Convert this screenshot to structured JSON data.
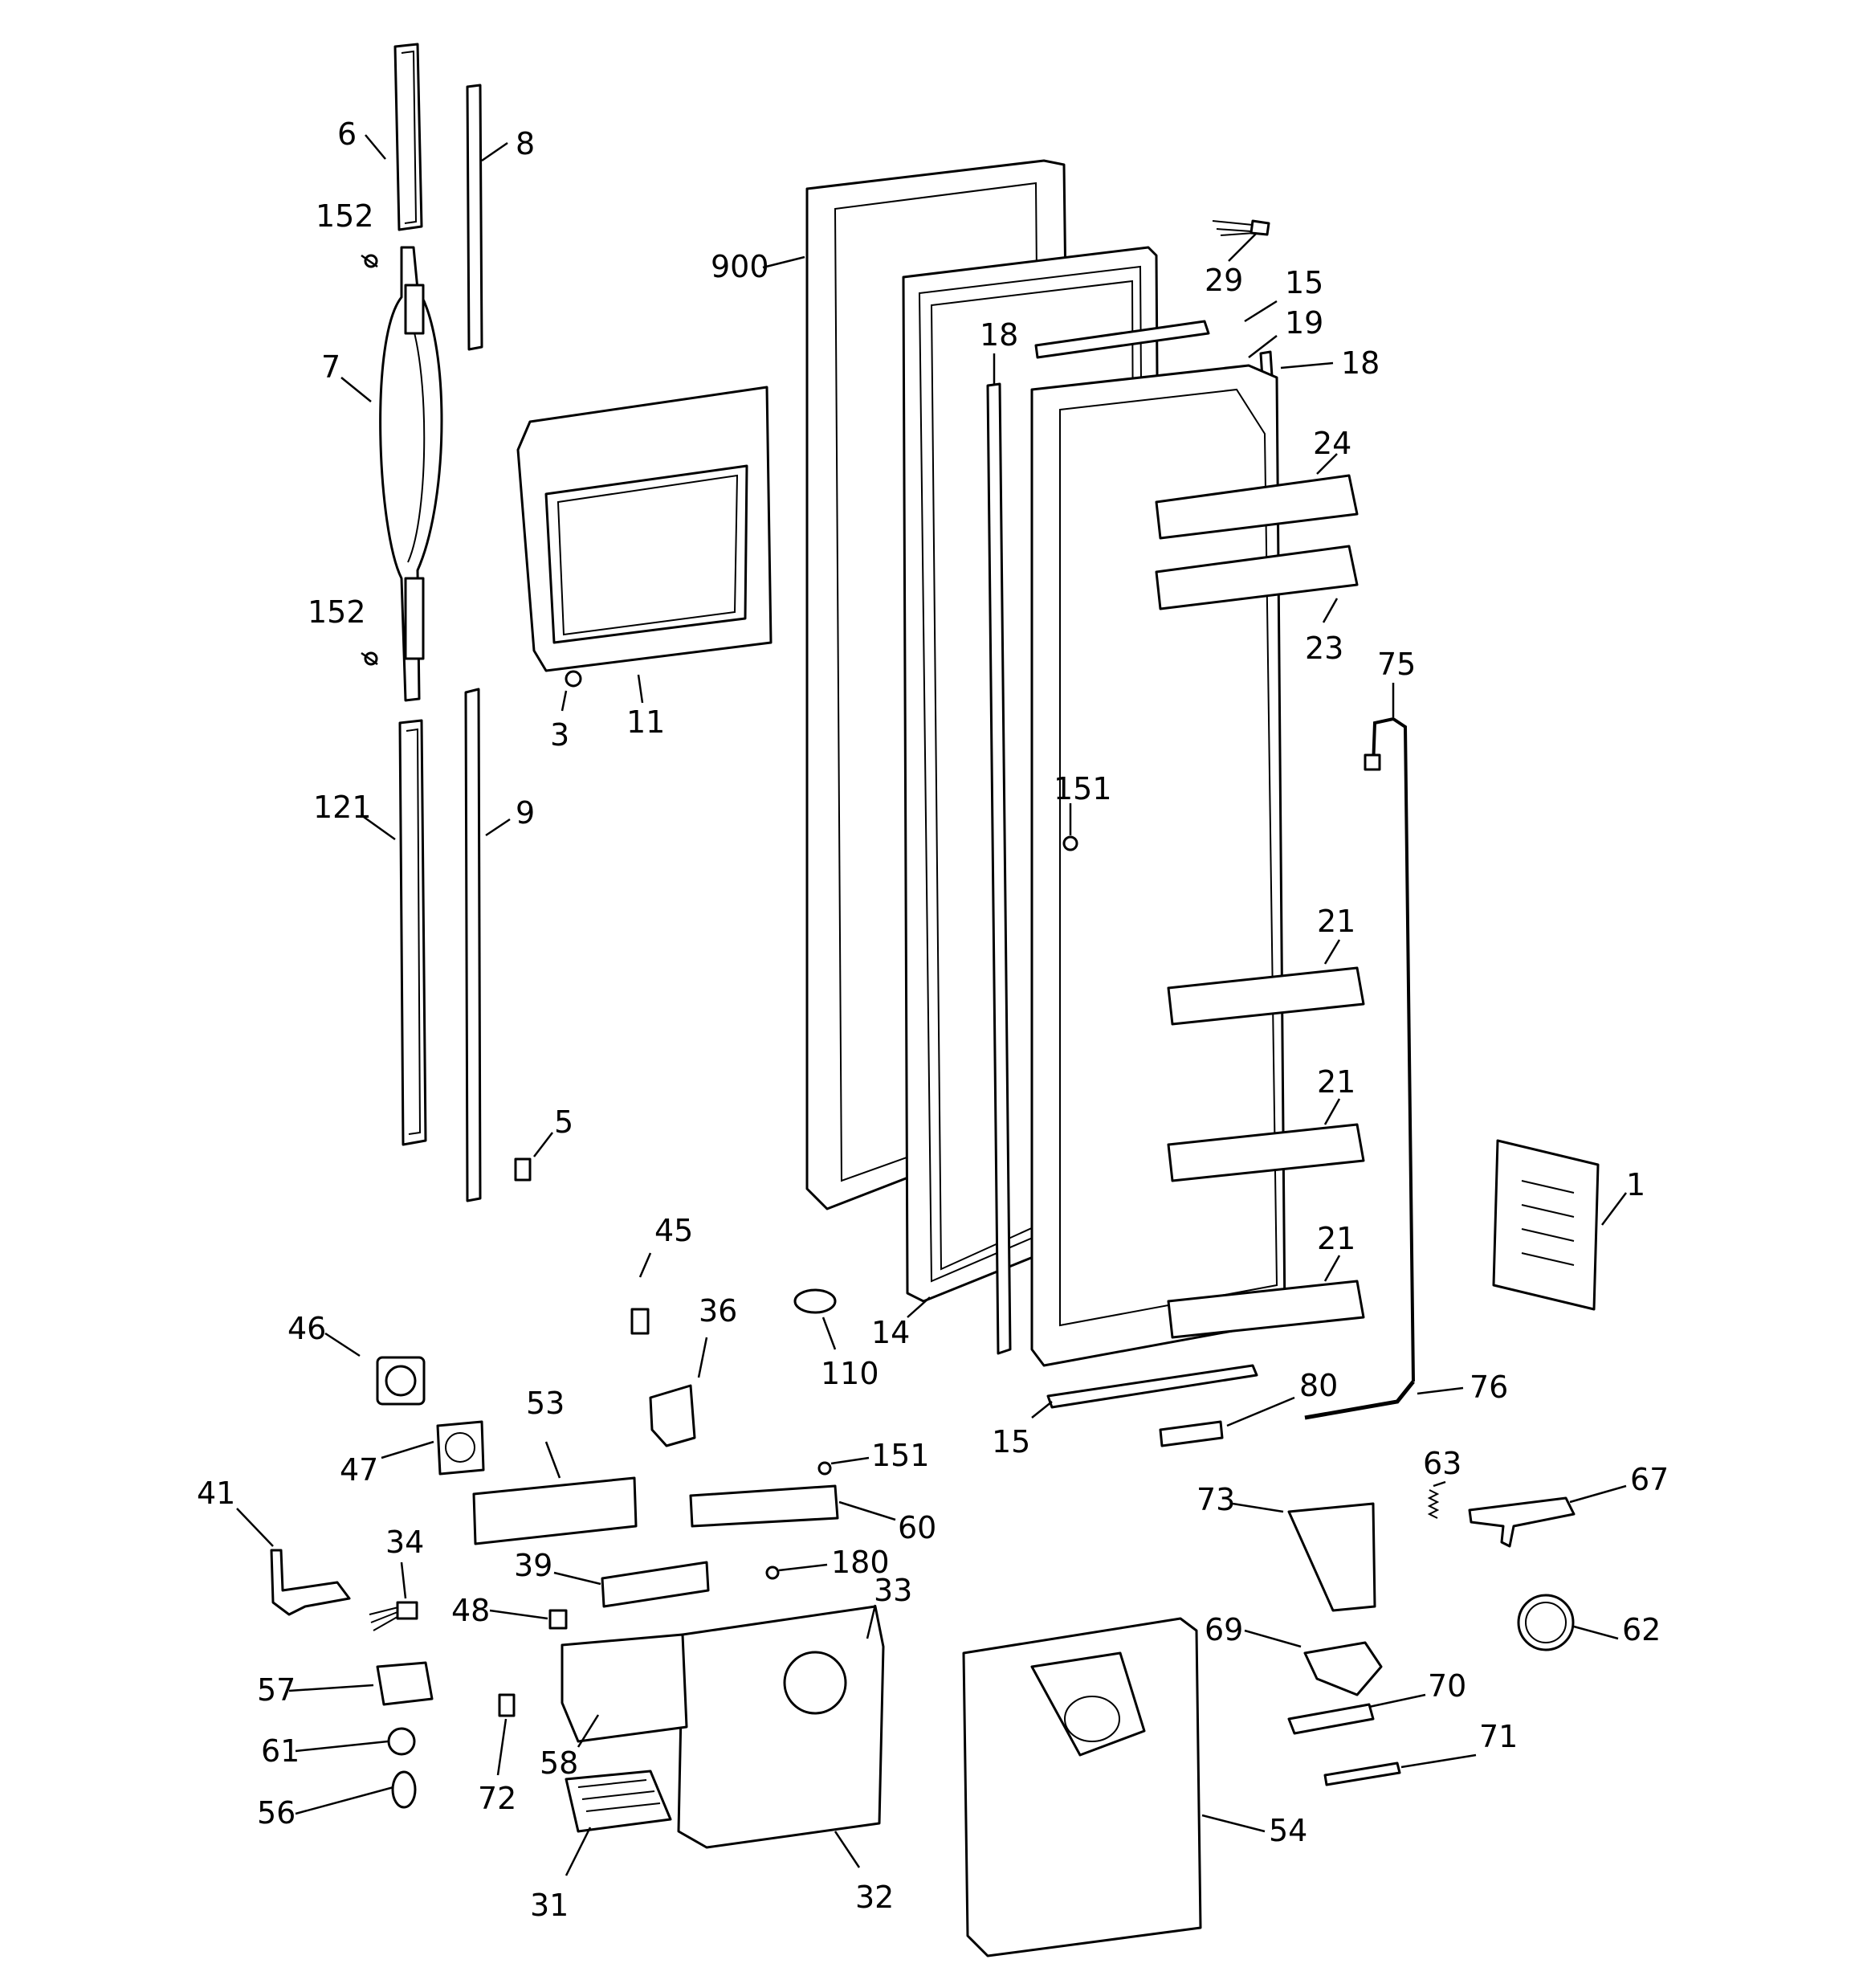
{
  "diagram": {
    "callouts": [
      "6",
      "8",
      "152",
      "7",
      "152",
      "900",
      "29",
      "15",
      "19",
      "18",
      "18",
      "24",
      "23",
      "75",
      "11",
      "3",
      "121",
      "9",
      "151",
      "21",
      "21",
      "21",
      "5",
      "1",
      "45",
      "36",
      "46",
      "110",
      "14",
      "80",
      "76",
      "15",
      "47",
      "53",
      "151",
      "63",
      "67",
      "73",
      "41",
      "34",
      "60",
      "180",
      "39",
      "33",
      "48",
      "62",
      "69",
      "70",
      "57",
      "61",
      "58",
      "71",
      "72",
      "56",
      "54",
      "31",
      "32"
    ]
  }
}
